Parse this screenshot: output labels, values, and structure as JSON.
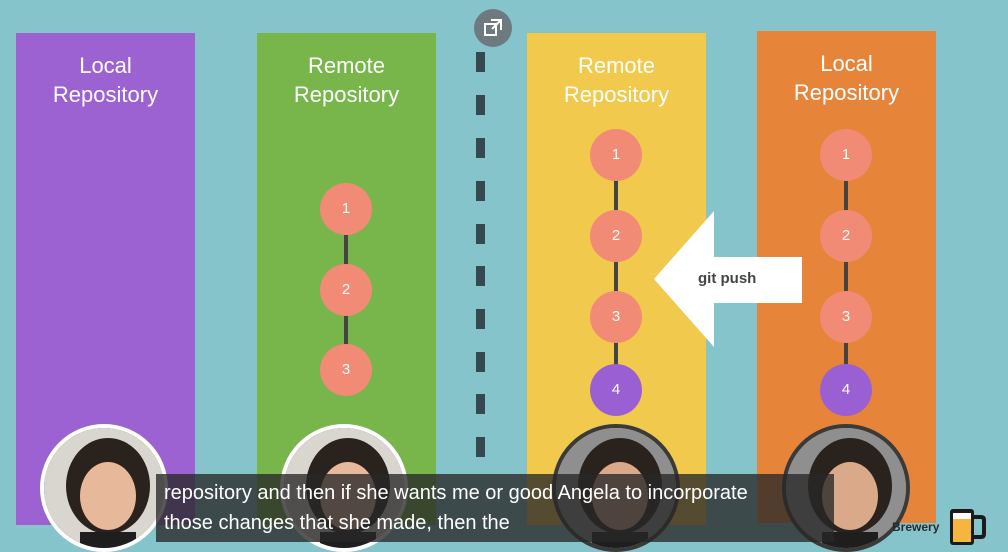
{
  "colors": {
    "background": "#86c4cc",
    "local_left": "#9c62d2",
    "remote_left": "#78b54b",
    "remote_right": "#f1ca4d",
    "local_right": "#e6843a",
    "commit_salmon": "#f28b75",
    "commit_purple": "#9a5fd3"
  },
  "panels": [
    {
      "title": "Local\nRepository",
      "commits": []
    },
    {
      "title": "Remote\nRepository",
      "commits": [
        "1",
        "2",
        "3"
      ]
    },
    {
      "title": "Remote\nRepository",
      "commits": [
        "1",
        "2",
        "3",
        "4"
      ]
    },
    {
      "title": "Local\nRepository",
      "commits": [
        "1",
        "2",
        "3",
        "4"
      ]
    }
  ],
  "push_arrow": {
    "label": "git push"
  },
  "caption": {
    "line1": "repository and then if she wants me or good Angela to incorporate",
    "line2": "those changes that she made, then the"
  },
  "brand": {
    "text": "Brewery"
  },
  "icons": {
    "popout": "popout-icon",
    "logo": "beer-mug-icon"
  }
}
